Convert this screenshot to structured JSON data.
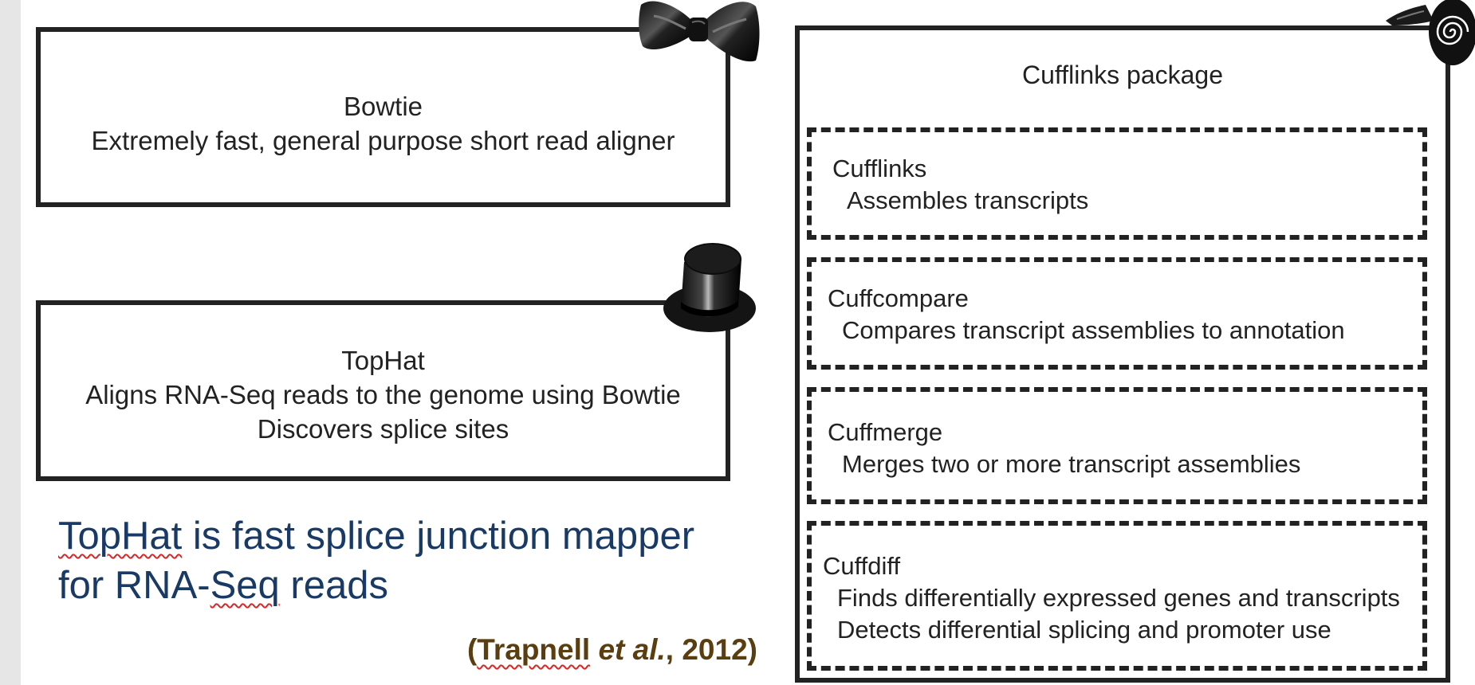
{
  "bowtie": {
    "title": "Bowtie",
    "description": "Extremely fast, general purpose short read aligner",
    "icon": "bowtie-icon"
  },
  "tophat": {
    "title": "TopHat",
    "lines": [
      "Aligns RNA-Seq reads to the genome using Bowtie",
      "Discovers splice sites"
    ],
    "icon": "top-hat-icon"
  },
  "cufflinks_package": {
    "title": "Cufflinks package",
    "icon": "cufflink-icon",
    "tools": [
      {
        "name": "Cufflinks",
        "descriptions": [
          "Assembles transcripts"
        ]
      },
      {
        "name": "Cuffcompare",
        "descriptions": [
          "Compares transcript assemblies to annotation"
        ]
      },
      {
        "name": "Cuffmerge",
        "descriptions": [
          "Merges two or more transcript assemblies"
        ]
      },
      {
        "name": "Cuffdiff",
        "descriptions": [
          "Finds differentially expressed genes and transcripts",
          "Detects differential splicing and promoter use"
        ]
      }
    ]
  },
  "headline": {
    "word_tophat": "TopHat",
    "line1_rest": " is fast splice junction mapper",
    "line2_prefix": "for RNA-",
    "word_seq": "Seq",
    "line2_rest": " reads"
  },
  "citation": {
    "open": "(",
    "author": "Trapnell",
    "etal": " et al.",
    "rest": ", 2012)"
  },
  "colors": {
    "headline": "#1a3a66",
    "citation": "#5a3e10",
    "border": "#222222",
    "spellcheck": "#d62828"
  }
}
